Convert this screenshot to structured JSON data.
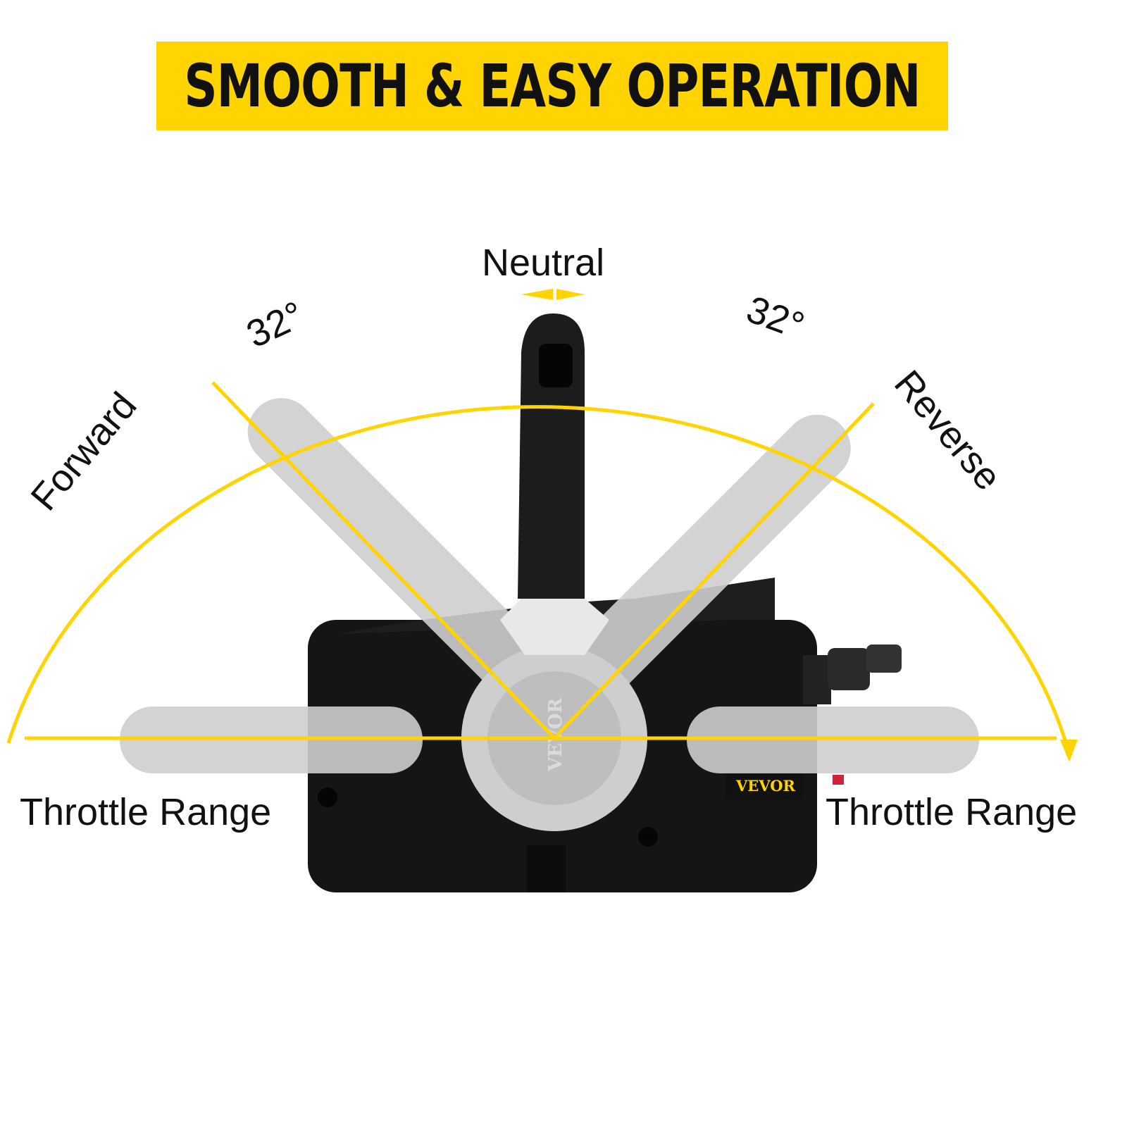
{
  "banner": {
    "title": "SMOOTH & EASY OPERATION"
  },
  "labels": {
    "neutral": "Neutral",
    "angle_left": "32°",
    "angle_right": "32°",
    "forward": "Forward",
    "reverse": "Reverse",
    "throttle_left": "Throttle Range",
    "throttle_right": "Throttle Range"
  },
  "product": {
    "brand": "VEVOR"
  },
  "colors": {
    "accent": "#FFD400",
    "text": "#111111",
    "body": "#151515",
    "ghost_handle": "#cfcfcf"
  }
}
